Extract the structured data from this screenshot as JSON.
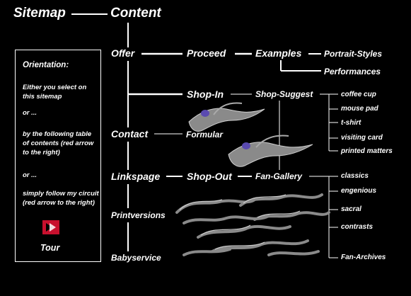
{
  "header": {
    "sitemap": "Sitemap",
    "content": "Content"
  },
  "sections": {
    "offer": "Offer",
    "contact": "Contact",
    "linkspage": "Linkspage",
    "printversions": "Printversions",
    "babyservice": "Babyservice"
  },
  "offer_branch": {
    "proceed": "Proceed",
    "examples": "Examples",
    "portrait_styles": "Portrait-Styles",
    "performances": "Performances"
  },
  "shop_branch": {
    "shop_in": "Shop-In",
    "shop_suggest": "Shop-Suggest",
    "items": [
      "coffee cup",
      "mouse pad",
      "t-shirt",
      "visiting card",
      "printed matters"
    ]
  },
  "contact_branch": {
    "formular": "Formular"
  },
  "link_branch": {
    "shop_out": "Shop-Out",
    "fan_gallery": "Fan-Gallery",
    "items": [
      "classics",
      "engenious",
      "sacral",
      "contrasts",
      "Fan-Archives"
    ]
  },
  "orientation": {
    "title": "Orientation:",
    "p1": "Either you select on this sitemap",
    "or1": "or ...",
    "p2": "by the following table of contents (red arrow to the right)",
    "or2": "or ...",
    "p3": "simply follow my circuit (red arrow to the right)",
    "tour": "Tour"
  },
  "colors": {
    "background": "#000000",
    "text": "#ffffff",
    "tour_arrow": "#c8102e"
  },
  "icons": {
    "tour": "red-arrow-right-icon"
  }
}
